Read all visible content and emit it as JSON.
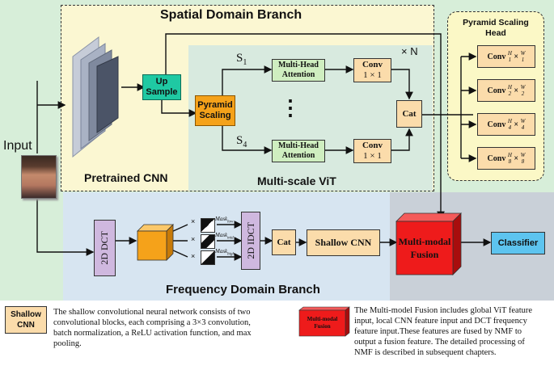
{
  "spatial_branch": {
    "title": "Spatial Domain Branch",
    "pretrained_cnn": "Pretrained CNN",
    "multiscale_vit": "Multi-scale ViT",
    "upsample": [
      "Up",
      "Sample"
    ],
    "pyramid_scaling": [
      "Pyramid",
      "Scaling"
    ],
    "scale_top": "S",
    "scale_top_sub": "1",
    "scale_bottom": "S",
    "scale_bottom_sub": "4",
    "attention": [
      "Multi-Head",
      "Attention"
    ],
    "conv": [
      "Conv",
      "1 × 1"
    ],
    "cat": "Cat",
    "repeat": "× N",
    "dots": "⋮"
  },
  "pyramid_head": {
    "title": [
      "Pyramid Scaling",
      "Head"
    ],
    "convs": [
      {
        "label": "Conv",
        "h": "H",
        "hd": "1",
        "w": "W",
        "wd": "1"
      },
      {
        "label": "Conv",
        "h": "H",
        "hd": "2",
        "w": "W",
        "wd": "2"
      },
      {
        "label": "Conv",
        "h": "H",
        "hd": "4",
        "w": "W",
        "wd": "4"
      },
      {
        "label": "Conv",
        "h": "H",
        "hd": "8",
        "w": "W",
        "wd": "8"
      }
    ]
  },
  "input_label": "Input",
  "frequency_branch": {
    "title": "Frequency Domain Branch",
    "dct": "2D DCT",
    "idct": "2D IDCT",
    "masks": [
      {
        "name": "Mask",
        "sub": "low"
      },
      {
        "name": "Mask",
        "sub": "mid"
      },
      {
        "name": "Mask",
        "sub": "high"
      }
    ],
    "times": "×",
    "cat": "Cat",
    "shallow_cnn": "Shallow CNN"
  },
  "fusion": [
    "Multi-modal",
    "Fusion"
  ],
  "classifier": "Classifier",
  "legend": {
    "shallow_label": [
      "Shallow",
      "CNN"
    ],
    "shallow_text": [
      "The shallow convolutional neural network consists of two",
      "convolutional blocks, each comprising a 3×3 convolution,",
      "batch normalization, a ReLU activation function, and max",
      "pooling."
    ],
    "fusion_label": [
      "Multi-modal",
      "Fusion"
    ],
    "fusion_text": [
      "The Multi-model Fusion includes global ViT feature",
      "input, local CNN feature input and DCT frequency",
      "feature input.These features are fused by NMF to",
      "output a fusion feature. The detailed processing of",
      "NMF is described in subsequent chapters."
    ]
  },
  "colors": {
    "green_bg": "#d5edd7",
    "yellow_bg": "#fbf7d2",
    "blue_bg": "#d6e5f2",
    "vit_bg": "#d9ebe0",
    "gray_bg": "#c8ced6",
    "orange_box": "#fbdcab",
    "green_box": "#cfeec0",
    "teal_box": "#1fc9a3",
    "orange_cube": "#f5a21a",
    "purple_box": "#cfb8df",
    "red": "#ee1b1b",
    "blue_box": "#5dc4ef"
  }
}
